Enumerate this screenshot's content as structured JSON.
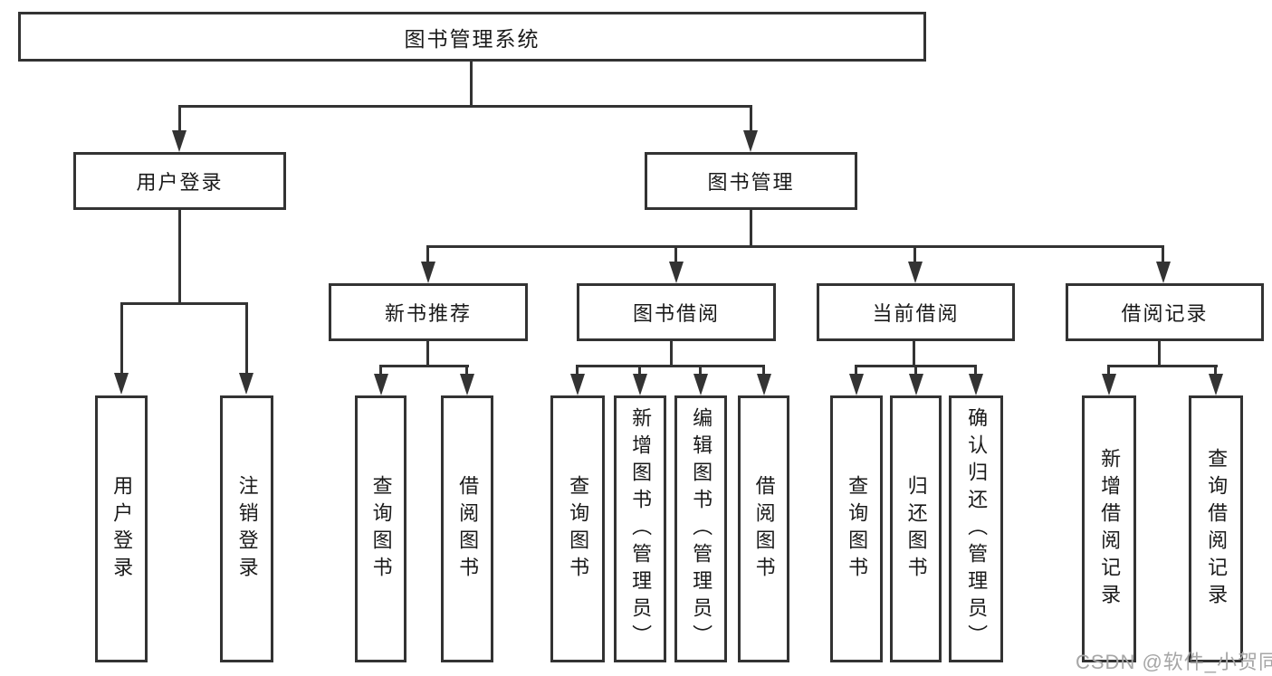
{
  "nodes": {
    "root": "图书管理系统",
    "user_login_branch": "用户登录",
    "book_mgmt_branch": "图书管理",
    "new_book_rec": "新书推荐",
    "book_borrow": "图书借阅",
    "current_borrow": "当前借阅",
    "borrow_records": "借阅记录",
    "leaf_user_login": "用户登录",
    "leaf_logout": "注销登录",
    "leaf_nb_query_book": "查询图书",
    "leaf_nb_borrow_book": "借阅图书",
    "leaf_bb_query_book": "查询图书",
    "leaf_bb_add_book": "新增图书（管理员）",
    "leaf_bb_edit_book": "编辑图书（管理员）",
    "leaf_bb_borrow_book": "借阅图书",
    "leaf_cb_query_book": "查询图书",
    "leaf_cb_return_book": "归还图书",
    "leaf_cb_confirm_return": "确认归还（管理员）",
    "leaf_br_add_record": "新增借阅记录",
    "leaf_br_query_record": "查询借阅记录"
  },
  "watermark": "CSDN @软件_小贺同学",
  "colors": {
    "line": "#333333",
    "text": "#1a1a1a",
    "watermark": "#a6a6a6",
    "background": "#ffffff"
  }
}
